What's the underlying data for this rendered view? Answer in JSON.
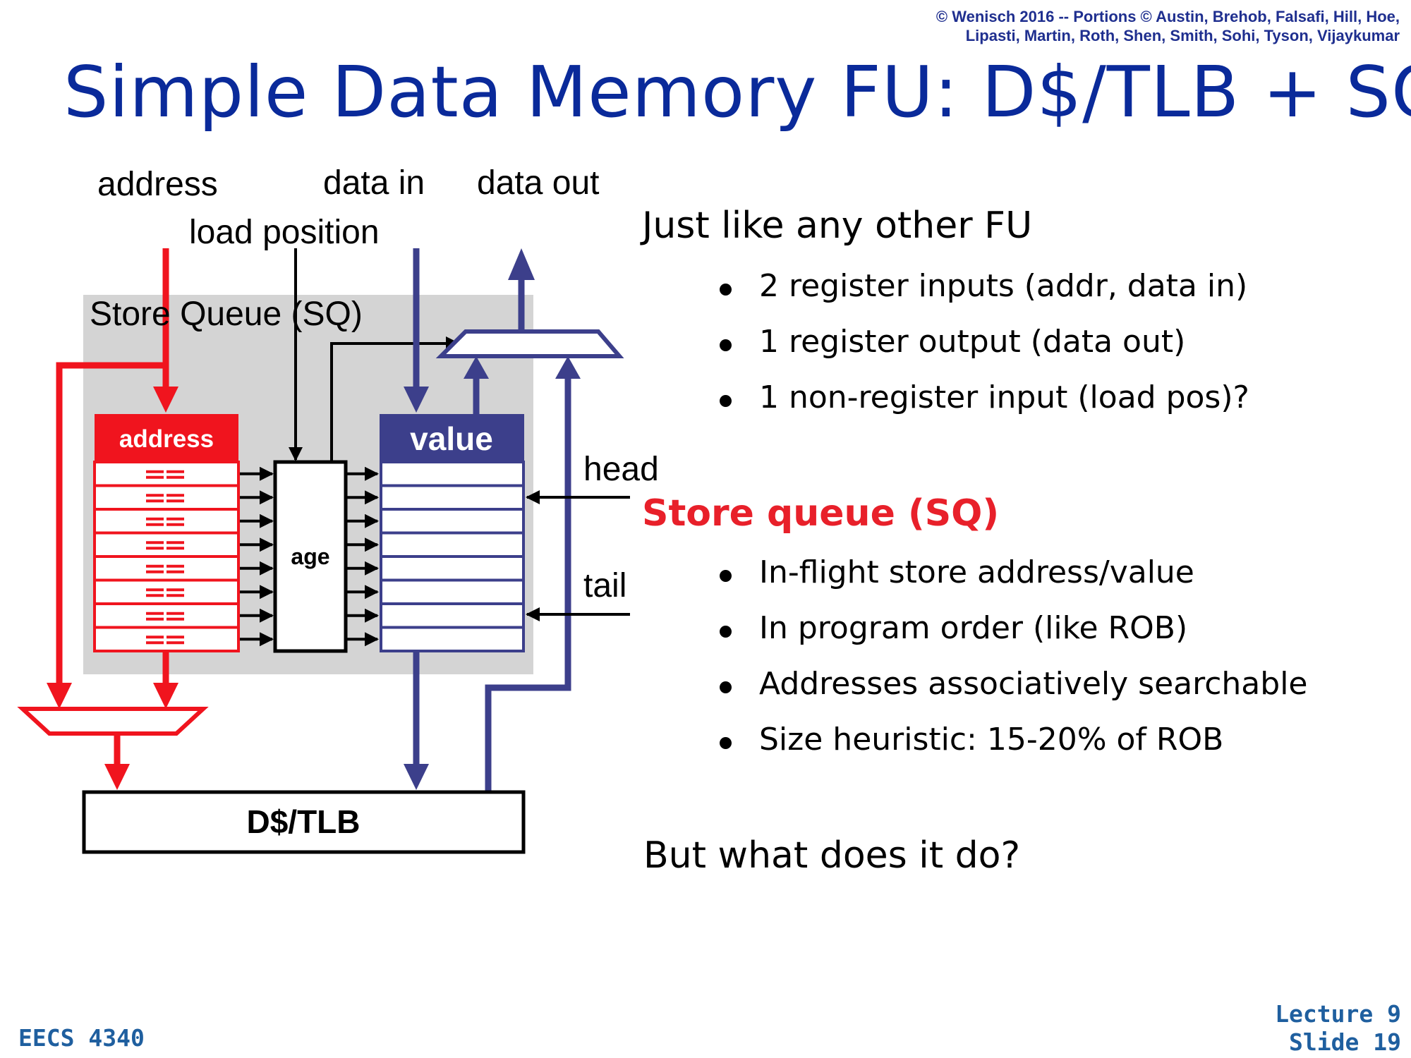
{
  "header": {
    "copyright_line1": "© Wenisch 2016 -- Portions © Austin, Brehob, Falsafi, Hill, Hoe,",
    "copyright_line2": "Lipasti, Martin, Roth, Shen, Smith, Sohi, Tyson, Vijaykumar",
    "title": "Simple Data Memory FU: D$/TLB + SQ"
  },
  "diagram": {
    "label_address": "address",
    "label_load_position": "load position",
    "label_data_in": "data in",
    "label_data_out": "data out",
    "label_store_queue": "Store Queue (SQ)",
    "col_address": "address",
    "col_age": "age",
    "col_value": "value",
    "label_head": "head",
    "label_tail": "tail",
    "label_dtlb": "D$/TLB",
    "colors": {
      "red": "#f0141e",
      "navy": "#3c3f8b",
      "sq_background": "#d4d4d4"
    }
  },
  "content": {
    "heading1": "Just like any other FU",
    "bullets1": [
      "2 register inputs (addr, data in)",
      "1 register output (data out)",
      "1 non-register input (load pos)?"
    ],
    "heading2": "Store queue (SQ)",
    "bullets2": [
      "In-flight store address/value",
      "In program order (like ROB)",
      "Addresses associatively searchable",
      "Size heuristic: 15-20% of ROB"
    ],
    "question": "But what does it do?"
  },
  "footer": {
    "course": "EECS 4340",
    "lecture": "Lecture 9",
    "slide": "Slide 19"
  }
}
